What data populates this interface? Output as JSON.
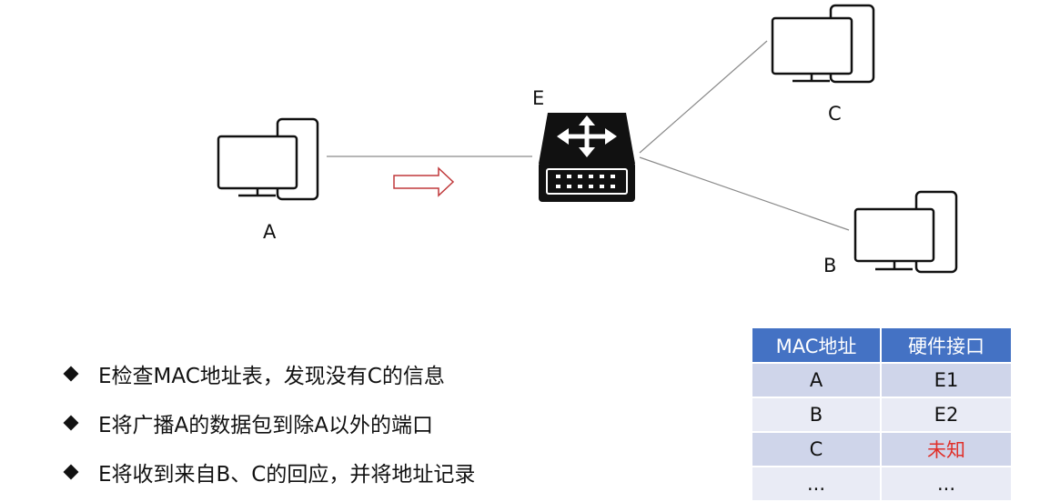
{
  "nodes": {
    "a": {
      "label": "A"
    },
    "b": {
      "label": "B"
    },
    "c": {
      "label": "C"
    },
    "e": {
      "label": "E"
    }
  },
  "bullets": [
    "E检查MAC地址表，发现没有C的信息",
    "E将广播A的数据包到除A以外的端口",
    "E将收到来自B、C的回应，并将地址记录"
  ],
  "mac_table": {
    "headers": [
      "MAC地址",
      "硬件接口"
    ],
    "rows": [
      [
        "A",
        "E1"
      ],
      [
        "B",
        "E2"
      ],
      [
        "C",
        "未知"
      ],
      [
        "...",
        "..."
      ]
    ]
  },
  "colors": {
    "header_bg": "#4472c4",
    "row_odd": "#cfd5ea",
    "row_even": "#e9ebf5",
    "unknown_text": "#e0302a",
    "arrow": "#c0393b"
  }
}
